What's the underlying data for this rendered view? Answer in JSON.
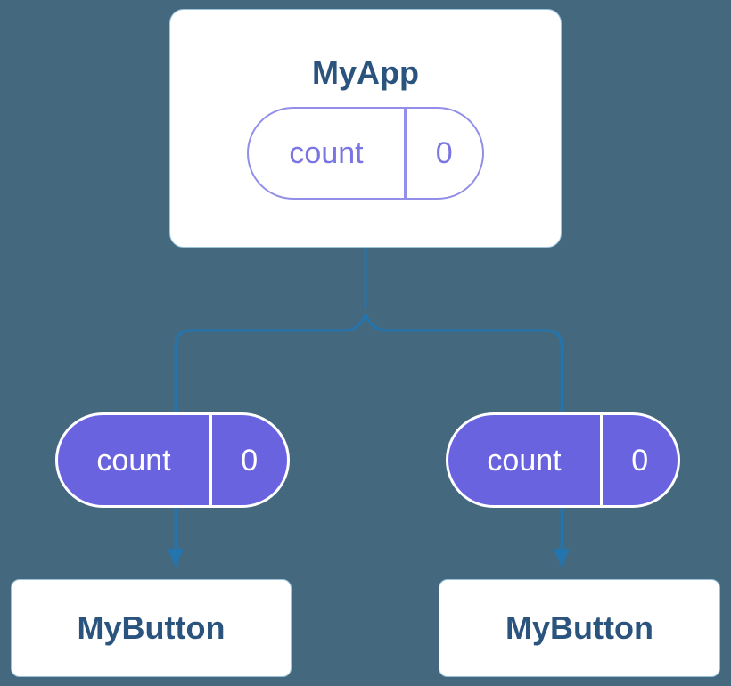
{
  "colors": {
    "background": "#44697e",
    "line": "#2474ae",
    "card_bg": "#ffffff",
    "card_border": "#9cc3db",
    "title_text": "#2a547e",
    "purple": "#6a63e0",
    "purple_border": "#938fe9",
    "purple_text": "#7a75e2",
    "white": "#ffffff"
  },
  "parent": {
    "title": "MyApp",
    "state_pill": {
      "label": "count",
      "value": "0"
    }
  },
  "children": [
    {
      "title": "MyButton",
      "props_pill": {
        "label": "count",
        "value": "0"
      }
    },
    {
      "title": "MyButton",
      "props_pill": {
        "label": "count",
        "value": "0"
      }
    }
  ]
}
